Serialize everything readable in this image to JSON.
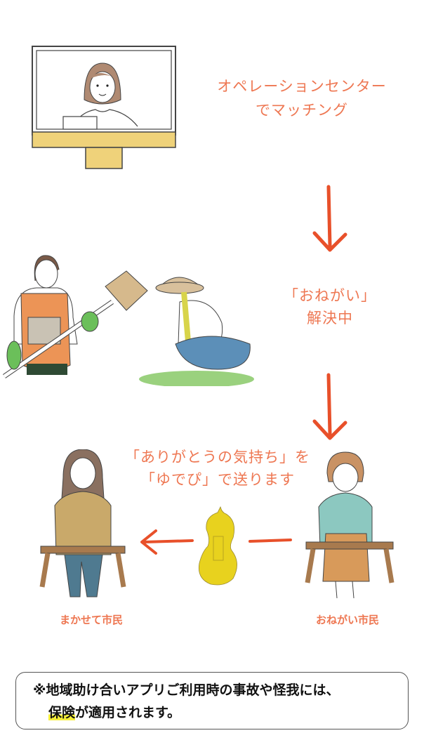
{
  "steps": [
    {
      "text_line1": "オペレーションセンター",
      "text_line2": "でマッチング"
    },
    {
      "text_line1": "「おねがい」",
      "text_line2": "解決中"
    },
    {
      "text_line1": "「ありがとうの気持ち」を",
      "text_line2": "「ゆでぴ」で送ります"
    }
  ],
  "labels": {
    "left_person": "まかせて市民",
    "right_person": "おねがい市民"
  },
  "note": {
    "line1": "※地域助け合いアプリご利用時の事故や怪我には、",
    "line2_highlight": "保険",
    "line2_rest": "が適用されます。"
  },
  "colors": {
    "accent_text": "#ee7752",
    "arrow": "#e8502a",
    "monitor_yellow": "#efd27a",
    "gourd_yellow": "#e8d21e",
    "highlight": "#f6ef3a"
  }
}
